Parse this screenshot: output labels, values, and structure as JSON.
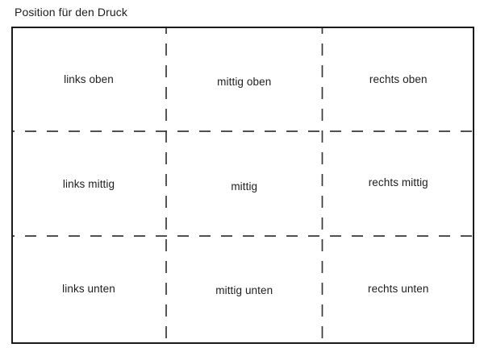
{
  "title": "Position für den Druck",
  "diagram": {
    "type": "print-position-grid",
    "rows": 3,
    "cols": 3,
    "cells": [
      {
        "id": "links-oben",
        "label": "links oben"
      },
      {
        "id": "mittig-oben",
        "label": "mittig oben"
      },
      {
        "id": "rechts-oben",
        "label": "rechts oben"
      },
      {
        "id": "links-mittig",
        "label": "links mittig"
      },
      {
        "id": "mittig",
        "label": "mittig"
      },
      {
        "id": "rechts-mittig",
        "label": "rechts mittig"
      },
      {
        "id": "links-unten",
        "label": "links unten"
      },
      {
        "id": "mittig-unten",
        "label": "mittig unten"
      },
      {
        "id": "rechts-unten",
        "label": "rechts unten"
      }
    ]
  },
  "colors": {
    "border": "#1a1a1a",
    "dash": "#383838",
    "text": "#1d1d1d",
    "background": "#ffffff"
  }
}
